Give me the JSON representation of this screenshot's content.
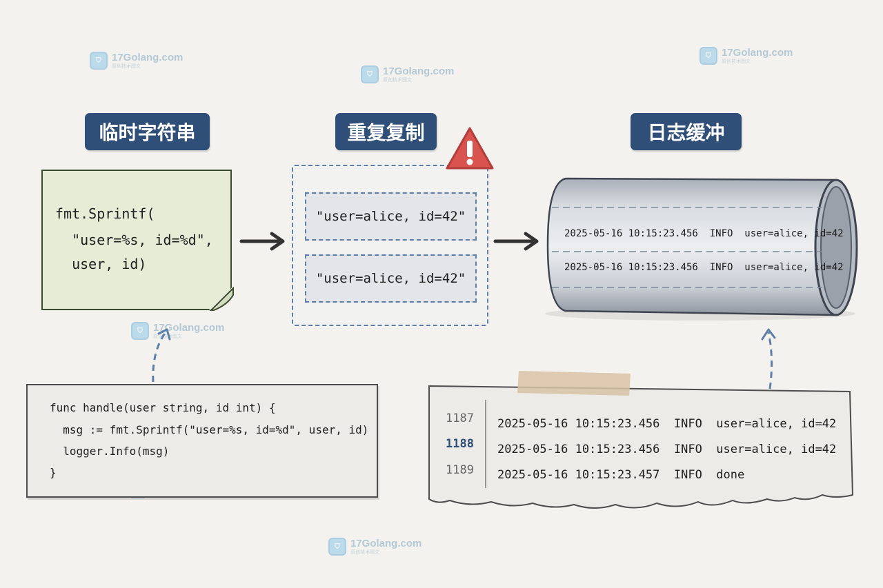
{
  "titles": {
    "temp_string": "临时字符串",
    "repeated_copy": "重复复制",
    "log_buffer": "日志缓冲"
  },
  "sticky_note": {
    "lines": [
      "fmt.Sprintf(",
      "  \"user=%s, id=%d\",",
      "  user, id)"
    ]
  },
  "copies": [
    "\"user=alice, id=42\"",
    "\"user=alice, id=42\""
  ],
  "buffer_lines": [
    "2025-05-16 10:15:23.456  INFO  user=alice, id=42",
    "2025-05-16 10:15:23.456  INFO  user=alice, id=42"
  ],
  "code": {
    "lines": [
      "func handle(user string, id int) {",
      "  msg := fmt.Sprintf(\"user=%s, id=%d\", user, id)",
      "  logger.Info(msg)",
      "}"
    ]
  },
  "log": {
    "rows": [
      {
        "num": "1187",
        "text": "2025-05-16 10:15:23.456  INFO  user=alice, id=42",
        "active": false
      },
      {
        "num": "1188",
        "text": "2025-05-16 10:15:23.456  INFO  user=alice, id=42",
        "active": true
      },
      {
        "num": "1189",
        "text": "2025-05-16 10:15:23.457  INFO  done",
        "active": false
      }
    ]
  },
  "watermark": {
    "name": "17Golang.com",
    "sub": "原创技术图文"
  },
  "colors": {
    "title_bg": "#2f4e78",
    "sticky_bg": "#e6ecd6",
    "dash": "#5d7ea6",
    "warning": "#d9534f"
  }
}
